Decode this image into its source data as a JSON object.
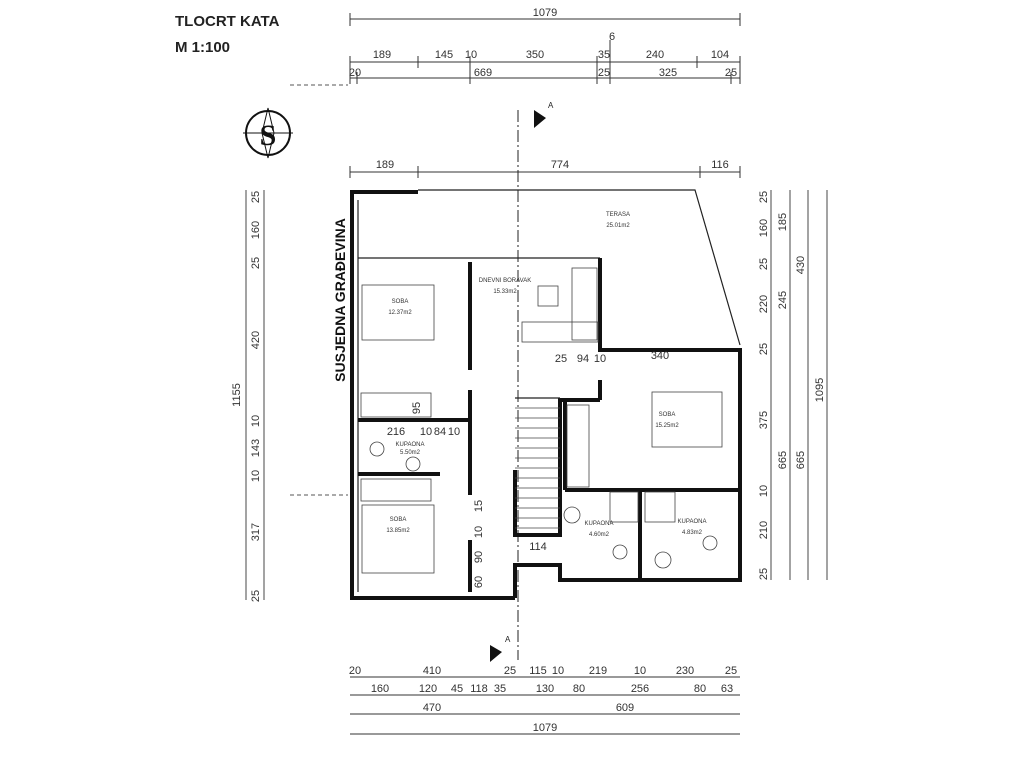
{
  "title": "TLOCRT KATA",
  "scale": "M 1:100",
  "compass_letter": "S",
  "neighbour_label": "SUSJEDNA GRAĐEVINA",
  "section_marker": "A",
  "rooms": {
    "terasa": {
      "name": "TERASA",
      "area": "25.01m2"
    },
    "dnevni": {
      "name": "DNEVNI BORAVAK",
      "area": "15.33m2"
    },
    "soba1": {
      "name": "SOBA",
      "area": "12.37m2"
    },
    "kupaona1": {
      "name": "KUPAONA",
      "area": "5.50m2"
    },
    "soba2": {
      "name": "SOBA",
      "area": "13.85m2"
    },
    "soba3": {
      "name": "SOBA",
      "area": "15.25m2"
    },
    "kupaona2": {
      "name": "KUPAONA",
      "area": "4.60m2"
    },
    "kupaona3": {
      "name": "KUPAONA",
      "area": "4.83m2"
    }
  },
  "dims": {
    "top": {
      "overall": "1079",
      "row1": [
        "189",
        "145",
        "10",
        "350",
        "35",
        "6",
        "240",
        "104"
      ],
      "row2": [
        "20",
        "669",
        "25",
        "325",
        "25"
      ],
      "row3": [
        "189",
        "774",
        "116"
      ]
    },
    "bottom": {
      "row1": [
        "20",
        "410",
        "25",
        "115",
        "10",
        "219",
        "10",
        "230",
        "25"
      ],
      "row2": [
        "160",
        "120",
        "45",
        "118",
        "35",
        "130",
        "80",
        "256",
        "80",
        "63"
      ],
      "row3": [
        "470",
        "609"
      ],
      "overall": "1079"
    },
    "left": {
      "overall": "1155",
      "chain": [
        "25",
        "160",
        "25",
        "420",
        "10",
        "143",
        "10",
        "317",
        "25"
      ]
    },
    "right": {
      "chain": [
        "25",
        "160",
        "25",
        "220",
        "25",
        "375",
        "10",
        "210",
        "25"
      ],
      "col2": [
        "185",
        "245",
        "665"
      ],
      "col3": [
        "430",
        "665"
      ],
      "overall": "1095"
    },
    "interior": [
      "25",
      "94",
      "10",
      "340",
      "216",
      "10",
      "84",
      "10",
      "95",
      "15",
      "90",
      "10",
      "60",
      "114"
    ]
  }
}
